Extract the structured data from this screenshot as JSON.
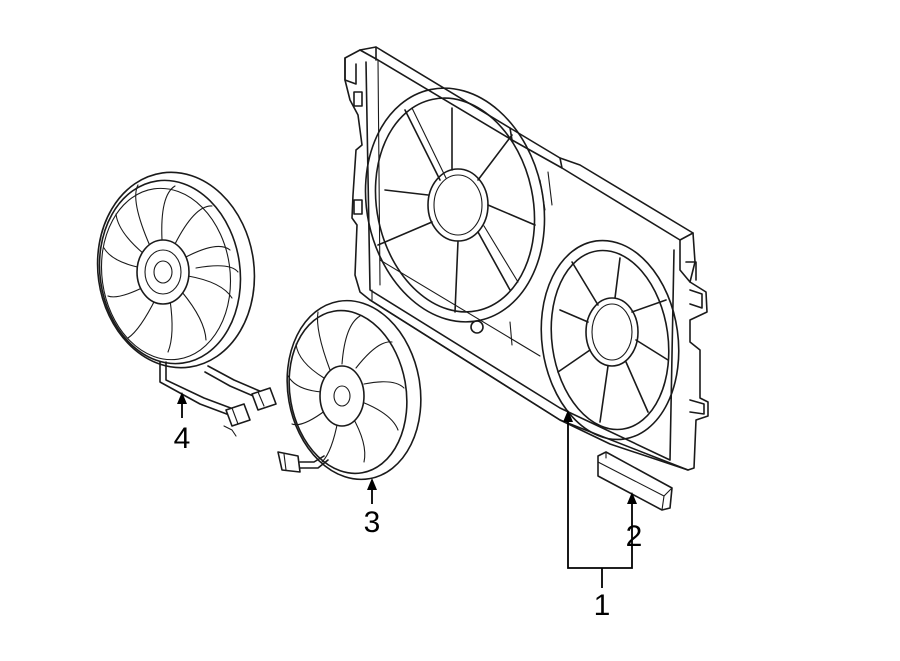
{
  "callouts": {
    "shroud": "1",
    "seal": "2",
    "fan_small": "3",
    "fan_large": "4"
  }
}
